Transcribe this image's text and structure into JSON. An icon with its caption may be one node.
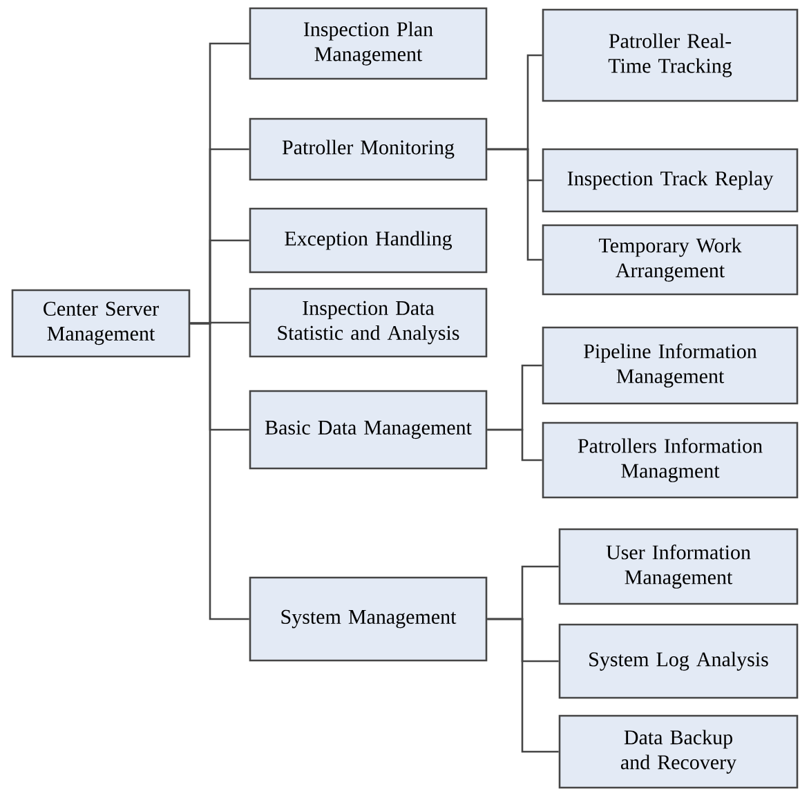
{
  "diagram": {
    "nodes": [
      {
        "text": [
          "Center Server Management"
        ]
      },
      {
        "text": [
          "Inspection Plan Management"
        ]
      },
      {
        "text": [
          "Patroller Monitoring"
        ]
      },
      {
        "text": [
          "Exception Handling"
        ]
      },
      {
        "text": [
          "Inspection Data Statistic and Analysis"
        ]
      },
      {
        "text": [
          "Basic Data Management"
        ]
      },
      {
        "text": [
          "System Management"
        ]
      },
      {
        "text": [
          "Patroller Real-Time Tracking"
        ]
      },
      {
        "text": [
          "Inspection Track Replay"
        ]
      },
      {
        "text": [
          "Temporary Work Arrangement"
        ]
      },
      {
        "text": [
          "Pipeline Information Management"
        ]
      },
      {
        "text": [
          "Patrollers Information Managment"
        ]
      },
      {
        "text": [
          "User Information Management"
        ]
      },
      {
        "text": [
          "System Log Analysis"
        ]
      },
      {
        "text": [
          "Data Backup and Recovery"
        ]
      }
    ],
    "edges": [
      {
        "from": 0,
        "to": 1,
        "arrow": "none"
      },
      {
        "from": 0,
        "to": 2,
        "arrow": "none"
      },
      {
        "from": 0,
        "to": 3,
        "arrow": "none"
      },
      {
        "from": 0,
        "to": 4,
        "arrow": "none"
      },
      {
        "from": 0,
        "to": 5,
        "arrow": "none"
      },
      {
        "from": 0,
        "to": 6,
        "arrow": "none"
      },
      {
        "from": 2,
        "to": 7,
        "arrow": "none"
      },
      {
        "from": 2,
        "to": 8,
        "arrow": "none"
      },
      {
        "from": 2,
        "to": 9,
        "arrow": "none"
      },
      {
        "from": 5,
        "to": 10,
        "arrow": "none"
      },
      {
        "from": 5,
        "to": 11,
        "arrow": "none"
      },
      {
        "from": 6,
        "to": 12,
        "arrow": "none"
      },
      {
        "from": 6,
        "to": 13,
        "arrow": "none"
      },
      {
        "from": 6,
        "to": 14,
        "arrow": "none"
      }
    ]
  }
}
